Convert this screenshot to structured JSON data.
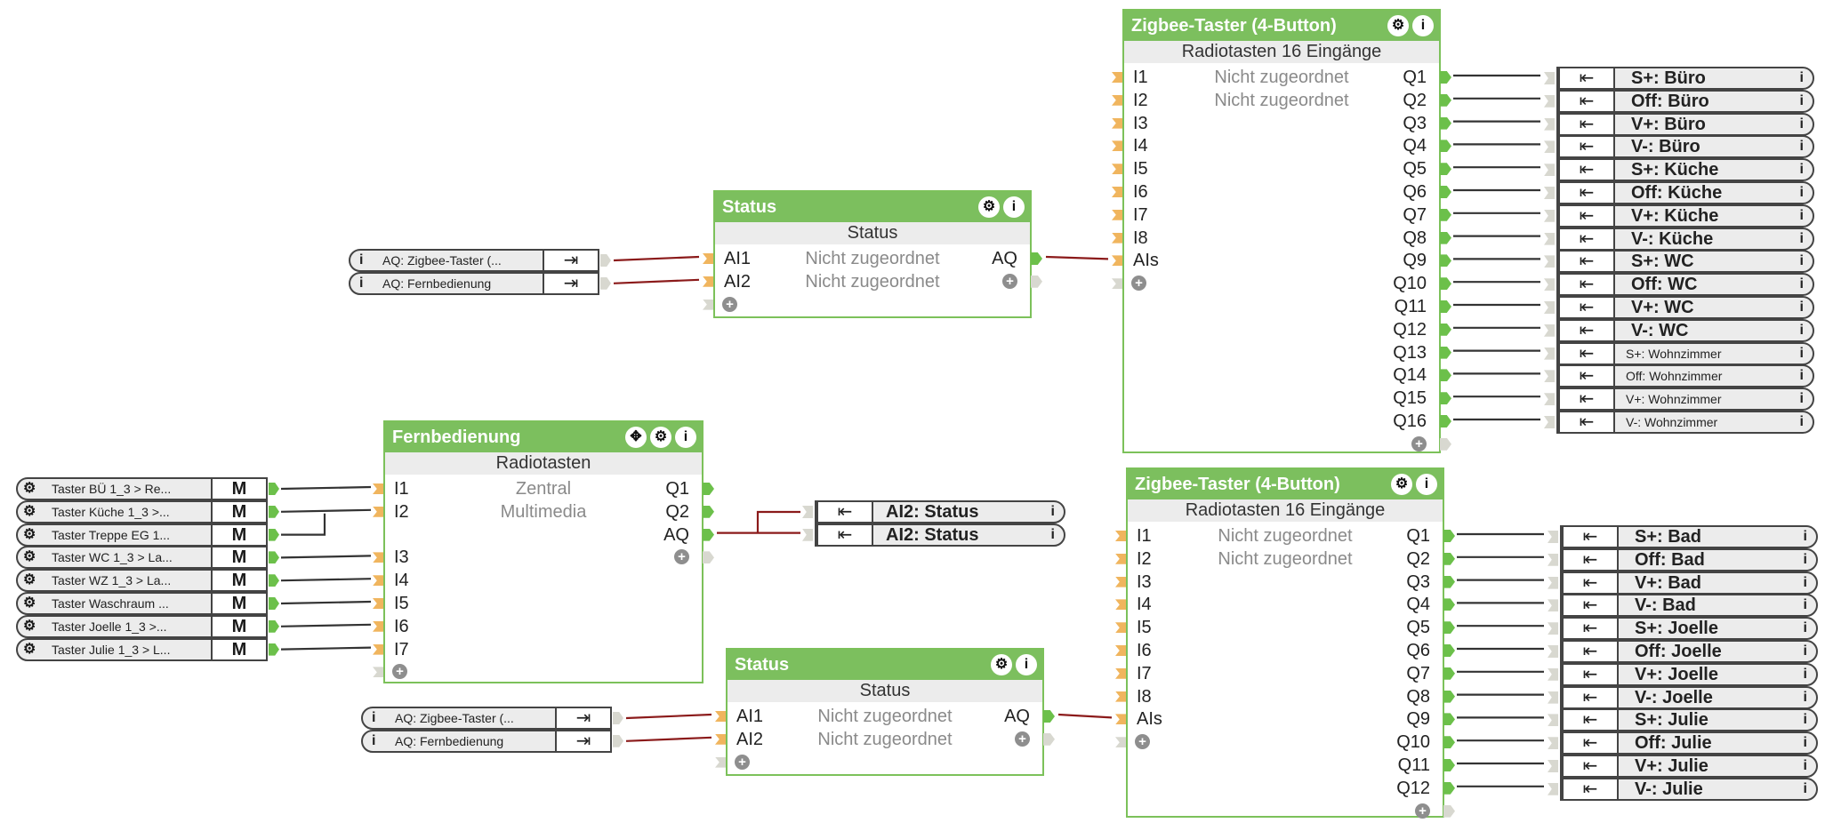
{
  "colors": {
    "block_header": "#7cbf5e",
    "input_pin": "#f0b55e",
    "output_pin": "#6cc04a",
    "analog_wire": "#8b1a1a",
    "digital_wire": "#333333"
  },
  "zigbee_top": {
    "title": "Zigbee-Taster (4-Button)",
    "subtitle": "Radiotasten 16 Eingänge",
    "inputs": [
      "I1",
      "I2",
      "I3",
      "I4",
      "I5",
      "I6",
      "I7",
      "I8",
      "AIs"
    ],
    "input_descs": [
      "Nicht zugeordnet",
      "Nicht zugeordnet"
    ],
    "outputs": [
      "Q1",
      "Q2",
      "Q3",
      "Q4",
      "Q5",
      "Q6",
      "Q7",
      "Q8",
      "Q9",
      "Q10",
      "Q11",
      "Q12",
      "Q13",
      "Q14",
      "Q15",
      "Q16"
    ],
    "icons": [
      "gear-icon",
      "info-icon"
    ]
  },
  "zigbee_bottom": {
    "title": "Zigbee-Taster (4-Button)",
    "subtitle": "Radiotasten 16 Eingänge",
    "inputs": [
      "I1",
      "I2",
      "I3",
      "I4",
      "I5",
      "I6",
      "I7",
      "I8",
      "AIs"
    ],
    "input_descs": [
      "Nicht zugeordnet",
      "Nicht zugeordnet"
    ],
    "outputs": [
      "Q1",
      "Q2",
      "Q3",
      "Q4",
      "Q5",
      "Q6",
      "Q7",
      "Q8",
      "Q9",
      "Q10",
      "Q11",
      "Q12"
    ],
    "icons": [
      "gear-icon",
      "info-icon"
    ]
  },
  "status_top": {
    "title": "Status",
    "subtitle": "Status",
    "inputs": [
      "AI1",
      "AI2"
    ],
    "input_descs": [
      "Nicht zugeordnet",
      "Nicht zugeordnet"
    ],
    "output": "AQ"
  },
  "status_bottom": {
    "title": "Status",
    "subtitle": "Status",
    "inputs": [
      "AI1",
      "AI2"
    ],
    "input_descs": [
      "Nicht zugeordnet",
      "Nicht zugeordnet"
    ],
    "output": "AQ"
  },
  "fernbedienung": {
    "title": "Fernbedienung",
    "subtitle": "Radiotasten",
    "inputs": [
      "I1",
      "I2",
      "I3",
      "I4",
      "I5",
      "I6",
      "I7"
    ],
    "input_descs": [
      "Zentral",
      "Multimedia"
    ],
    "outputs": [
      "Q1",
      "Q2",
      "AQ"
    ]
  },
  "status_top_sources": [
    "AQ: Zigbee-Taster (...",
    "AQ: Fernbedienung"
  ],
  "status_bottom_sources": [
    "AQ: Zigbee-Taster (...",
    "AQ: Fernbedienung"
  ],
  "fern_outputs": [
    "AI2: Status",
    "AI2: Status"
  ],
  "taster_inputs": {
    "labels": [
      "Taster BÜ 1_3 > Re...",
      "Taster Küche 1_3 >...",
      "Taster Treppe EG 1...",
      "Taster WC 1_3 > La...",
      "Taster WZ 1_3 > La...",
      "Taster Waschraum ...",
      "Taster Joelle 1_3 >...",
      "Taster Julie 1_3 > L..."
    ],
    "mode": "M"
  },
  "outputs_top": [
    "S+: Büro",
    "Off: Büro",
    "V+: Büro",
    "V-: Büro",
    "S+: Küche",
    "Off: Küche",
    "V+: Küche",
    "V-: Küche",
    "S+: WC",
    "Off: WC",
    "V+: WC",
    "V-: WC",
    "S+: Wohnzimmer",
    "Off: Wohnzimmer",
    "V+: Wohnzimmer",
    "V-: Wohnzimmer"
  ],
  "outputs_bottom": [
    "S+: Bad",
    "Off: Bad",
    "V+: Bad",
    "V-: Bad",
    "S+: Joelle",
    "Off: Joelle",
    "V+: Joelle",
    "V-: Joelle",
    "S+: Julie",
    "Off: Julie",
    "V+: Julie",
    "V-: Julie"
  ],
  "glyphs": {
    "gear": "⚙",
    "info": "i",
    "move": "✥",
    "plus": "+",
    "output_ref": "⇥",
    "input_ref": "⇤"
  }
}
